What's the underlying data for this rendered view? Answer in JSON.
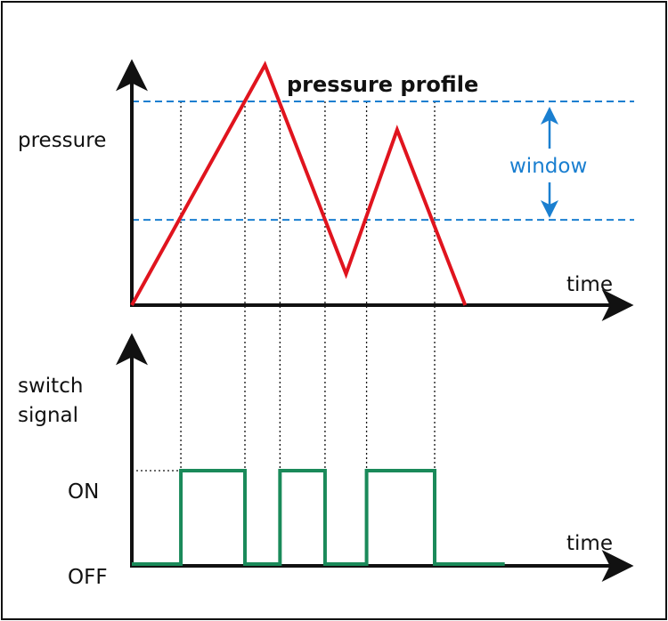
{
  "labels": {
    "profile_title": "pressure profile",
    "pressure_axis": "pressure",
    "time_axis_top": "time",
    "window": "window",
    "switch_axis_line1": "switch",
    "switch_axis_line2": "signal",
    "on_level": "ON",
    "off_level": "OFF",
    "time_axis_bottom": "time"
  },
  "colors": {
    "pressure_curve": "#e0141e",
    "switch_signal": "#1a8a5a",
    "window_threshold": "#1a7fd0",
    "axes": "#111111"
  },
  "pressure_profile": [
    {
      "t": 0,
      "p": 0.0
    },
    {
      "t": 0.266,
      "p": 1.0
    },
    {
      "t": 0.428,
      "p": 0.13
    },
    {
      "t": 0.53,
      "p": 0.73
    },
    {
      "t": 0.666,
      "p": 0.0
    }
  ],
  "thresholds": {
    "upper": 0.848,
    "lower": 0.355
  },
  "switch_signal": [
    {
      "t": 0,
      "state": "OFF"
    },
    {
      "t": 0.098,
      "state": "ON"
    },
    {
      "t": 0.226,
      "state": "OFF"
    },
    {
      "t": 0.296,
      "state": "ON"
    },
    {
      "t": 0.386,
      "state": "OFF"
    },
    {
      "t": 0.469,
      "state": "ON"
    },
    {
      "t": 0.605,
      "state": "OFF"
    },
    {
      "t": 0.745,
      "state": "OFF"
    }
  ]
}
